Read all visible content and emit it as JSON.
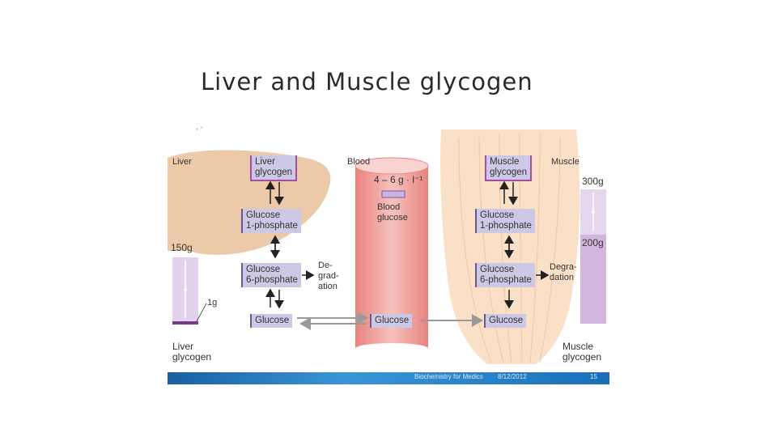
{
  "slide": {
    "title": "Liver and Muscle glycogen"
  },
  "diagram": {
    "section_labels": {
      "liver": "Liver",
      "blood": "Blood",
      "muscle": "Muscle"
    },
    "liver": {
      "glycogen": "Liver\nglycogen",
      "g1p": "Glucose\n1-phosphate",
      "g6p": "Glucose\n6-phosphate",
      "glucose": "Glucose",
      "degradation": "De-\ngrad-\nation",
      "store_label": "150g",
      "store_small": "1g",
      "store_caption": "Liver\nglycogen"
    },
    "blood": {
      "concentration": "4 – 6 g · l⁻¹",
      "glucose_label": "Blood\nglucose",
      "glucose": "Glucose"
    },
    "muscle": {
      "glycogen": "Muscle\nglycogen",
      "g1p": "Glucose\n1-phosphate",
      "g6p": "Glucose\n6-phosphate",
      "glucose": "Glucose",
      "degradation": "Degra-\ndation",
      "store_top": "300g",
      "store_mid": "200g",
      "store_caption": "Muscle\nglycogen"
    },
    "footer": {
      "left": "Biochemistry for Medics",
      "date": "8/12/2012",
      "page": "15"
    },
    "colors": {
      "liver_organ": "#ecc9a8",
      "blood_vessel": "#f2aaa6",
      "muscle_organ": "#fbe0c8",
      "box_fill": "#cdc8e6",
      "store_bar": "#d8bfe0",
      "footer_bar": "#2b7fc4"
    }
  }
}
